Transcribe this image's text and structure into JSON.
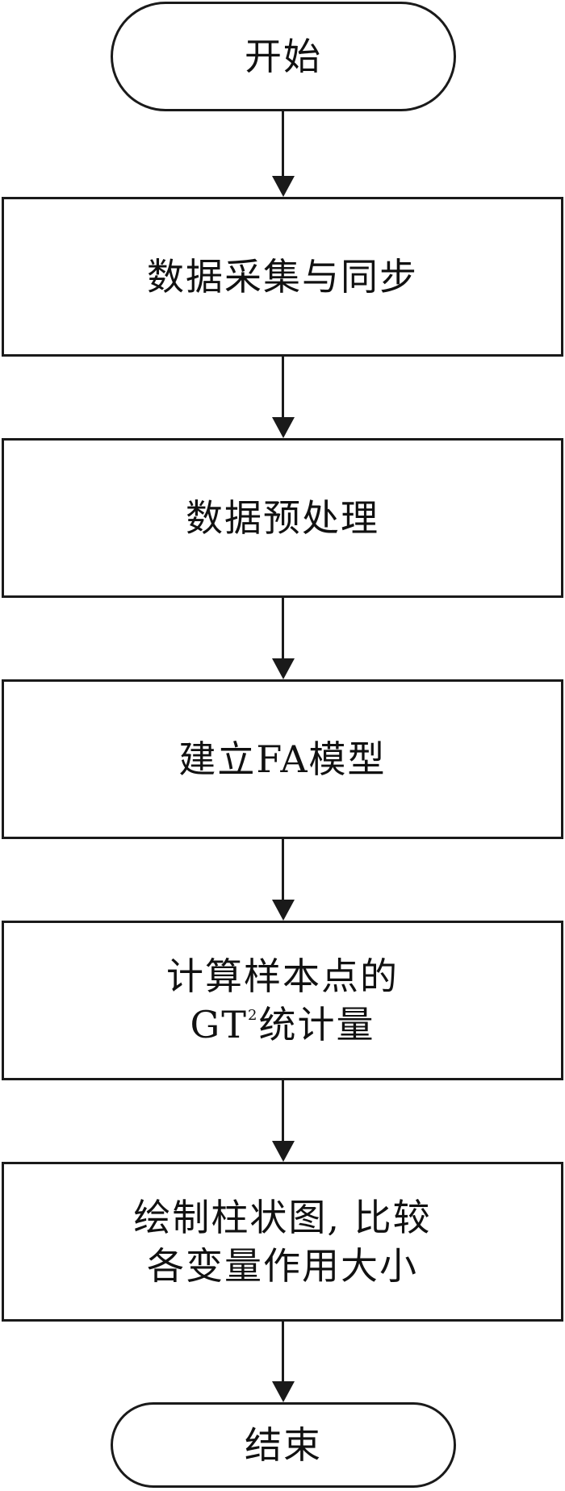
{
  "flowchart": {
    "start": "开始",
    "steps": [
      {
        "line1": "数据采集与同步"
      },
      {
        "line1": "数据预处理"
      },
      {
        "line1": "建立FA模型"
      },
      {
        "line1": "计算样本点的",
        "line2_pre": "GT",
        "line2_sup": "2",
        "line2_post": "统计量"
      },
      {
        "line1": "绘制柱状图, 比较",
        "line2": "各变量作用大小"
      }
    ],
    "end": "结束"
  }
}
